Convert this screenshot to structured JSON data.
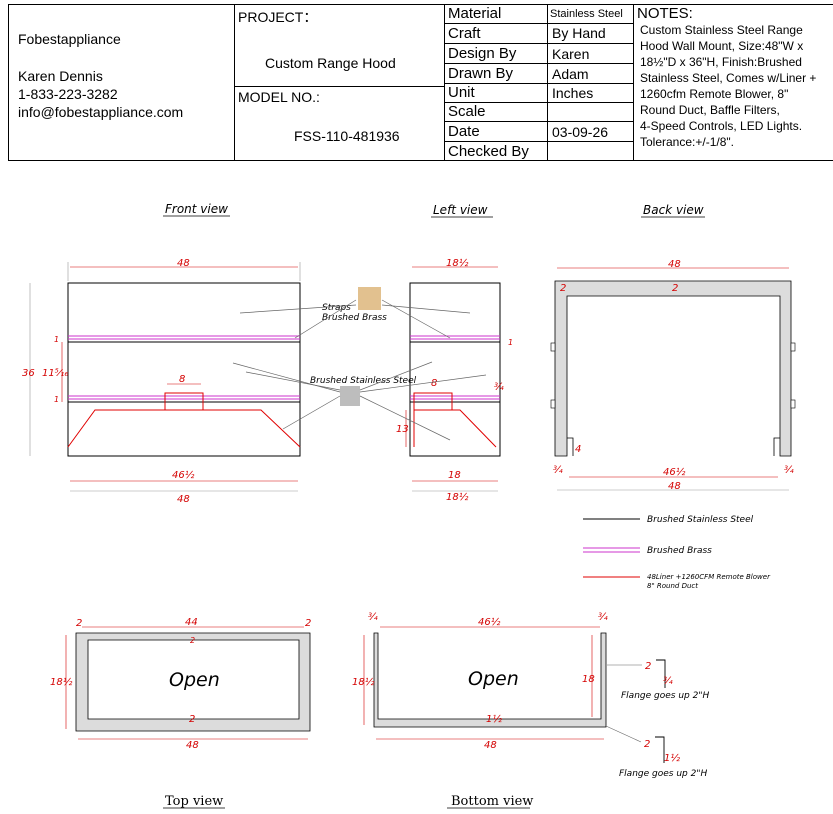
{
  "company": {
    "name": "Fobestappliance",
    "contact_name": "Karen Dennis",
    "phone": "1-833-223-3282",
    "email": "info@fobestappliance.com"
  },
  "project": {
    "label": "PROJECT：",
    "value": "Custom Range Hood",
    "model_label": "MODEL NO.:",
    "model_value": "FSS-110-481936"
  },
  "specs": [
    {
      "label": "Material",
      "value": "Stainless Steel"
    },
    {
      "label": "Craft",
      "value": "By Hand"
    },
    {
      "label": "Design By",
      "value": "Karen"
    },
    {
      "label": "Drawn By",
      "value": "Adam"
    },
    {
      "label": "Unit",
      "value": "Inches"
    },
    {
      "label": "Scale",
      "value": ""
    },
    {
      "label": "Date",
      "value": "03-09-26"
    },
    {
      "label": "Checked By",
      "value": ""
    }
  ],
  "notes": {
    "label": "NOTES:",
    "lines": [
      "Custom Stainless Steel Range",
      "Hood Wall Mount, Size:48\"W x",
      "18½\"D x 36\"H, Finish:Brushed",
      "Stainless Steel, Comes w/Liner +",
      "1260cfm Remote Blower, 8\"",
      "Round Duct, Baffle Filters,",
      "4-Speed Controls, LED Lights.",
      "Tolerance:+/-1/8\"."
    ]
  },
  "views": {
    "front": "Front view",
    "left": "Left view",
    "back": "Back view",
    "top": "Top view",
    "bottom": "Bottom view"
  },
  "annotations": {
    "straps_1": "Straps",
    "straps_2": "Brushed Brass",
    "stainless": "Brushed Stainless Steel",
    "open": "Open",
    "flange": "Flange goes up 2\"H"
  },
  "dimensions": {
    "front_width": "48",
    "front_height": "36",
    "front_section": "11⁵⁄₁₆",
    "strap_gap": "1",
    "duct_width": "8",
    "inner_width": "46½",
    "left_depth": "18½",
    "left_inner_depth": "18",
    "liner_height": "13",
    "left_side": "¾",
    "back_width": "48",
    "back_wall": "2",
    "back_side": "¾",
    "back_inner": "46½",
    "back_notch": "4",
    "top_width": "48",
    "top_inner": "44",
    "top_wall": "2",
    "top_depth": "18½",
    "bottom_width": "48",
    "bottom_inner": "46½",
    "bottom_side": "¾",
    "bottom_depth": "18½",
    "bottom_inner_depth": "18",
    "bottom_front": "1½",
    "flange_height_1": "2",
    "flange_thick_1": "¾",
    "flange_height_2": "2",
    "flange_thick_2": "1½"
  },
  "legend": [
    {
      "label": "Brushed Stainless Steel",
      "color": "#000000"
    },
    {
      "label": "Brushed Brass",
      "color": "#cc33cc"
    },
    {
      "label": "48Liner +1260CFM Remote Blower",
      "label2": "8\" Round Duct",
      "color": "#e00000"
    }
  ],
  "colors": {
    "dimension": "#d40000",
    "brass_swatch": "#e2c18f",
    "stainless_swatch": "#bdbdbd",
    "strap": "#cc33cc",
    "liner": "#e00000",
    "wall_fill": "#dcdcdc"
  }
}
